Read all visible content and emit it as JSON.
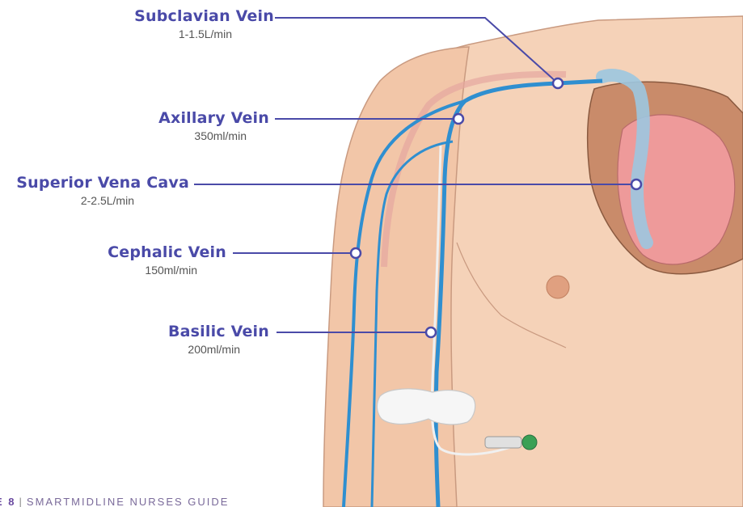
{
  "labels": [
    {
      "id": "subclavian",
      "name": "Subclavian Vein",
      "flow": "1-1.5L/min"
    },
    {
      "id": "axillary",
      "name": "Axillary Vein",
      "flow": "350ml/min"
    },
    {
      "id": "svc",
      "name": "Superior Vena Cava",
      "flow": "2-2.5L/min"
    },
    {
      "id": "cephalic",
      "name": "Cephalic Vein",
      "flow": "150ml/min"
    },
    {
      "id": "basilic",
      "name": "Basilic Vein",
      "flow": "200ml/min"
    }
  ],
  "footer": {
    "page": "E 8",
    "separator": "|",
    "title": "SMARTMIDLINE NURSES GUIDE"
  },
  "colors": {
    "label": "#4a4aa8",
    "vein": "#2f8fd0",
    "skin": "#f2c6a8",
    "heart": "#e98a8a"
  }
}
